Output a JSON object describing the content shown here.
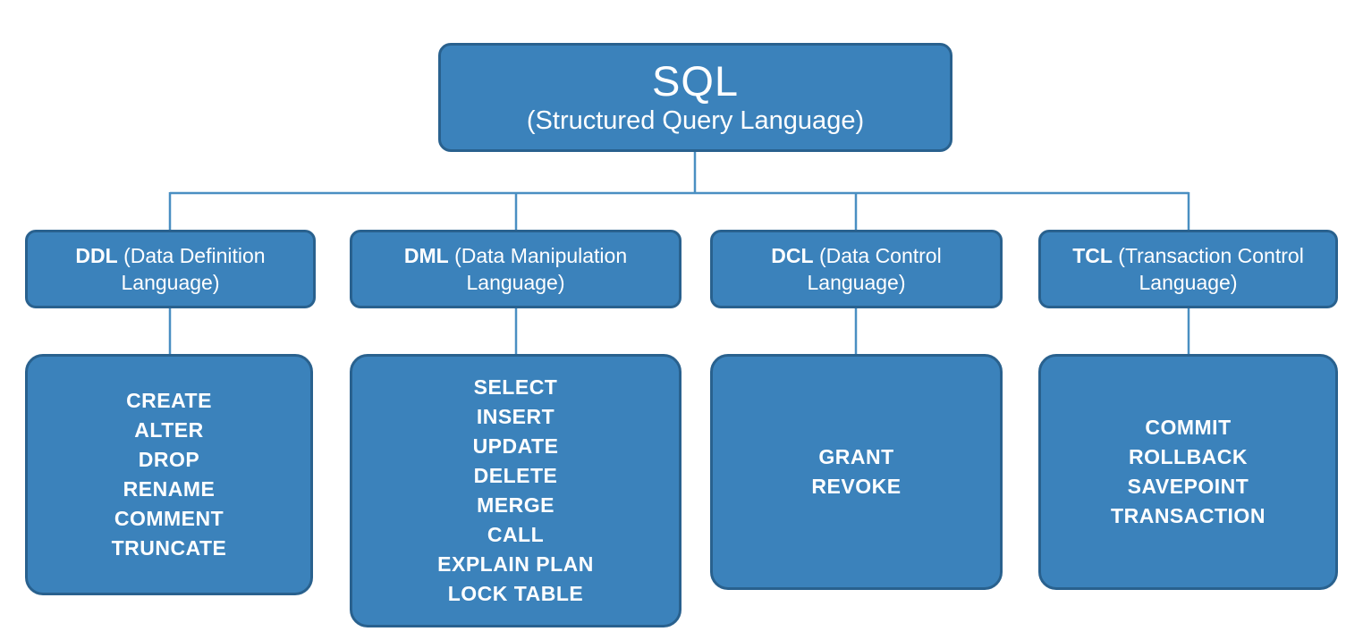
{
  "diagram": {
    "root": {
      "title": "SQL",
      "subtitle": "(Structured Query Language)"
    },
    "categories": [
      {
        "abbr": "DDL",
        "name": "(Data Definition Language)",
        "commands": [
          "CREATE",
          "ALTER",
          "DROP",
          "RENAME",
          "COMMENT",
          "TRUNCATE"
        ]
      },
      {
        "abbr": "DML",
        "name": "(Data Manipulation Language)",
        "commands": [
          "SELECT",
          "INSERT",
          "UPDATE",
          "DELETE",
          "MERGE",
          "CALL",
          "EXPLAIN PLAN",
          "LOCK TABLE"
        ]
      },
      {
        "abbr": "DCL",
        "name": "(Data Control Language)",
        "commands": [
          "GRANT",
          "REVOKE"
        ]
      },
      {
        "abbr": "TCL",
        "name": "(Transaction Control Language)",
        "commands": [
          "COMMIT",
          "ROLLBACK",
          "SAVEPOINT",
          "TRANSACTION"
        ]
      }
    ],
    "colors": {
      "box_fill": "#3b82bb",
      "box_border": "#29618e",
      "connector": "#4a8fc2",
      "text": "#ffffff",
      "background": "#ffffff"
    }
  }
}
